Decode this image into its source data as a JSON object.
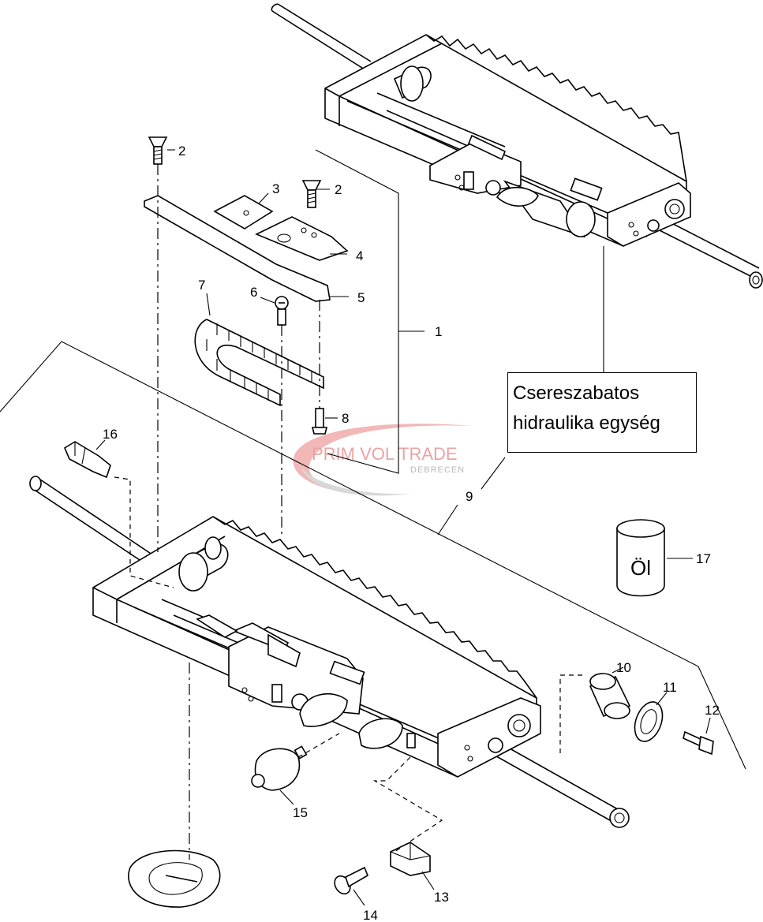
{
  "callout": {
    "line1": "Csereszabatos",
    "line2": "hidraulika egység"
  },
  "watermark": {
    "brand": "PRIM VOL TRADE",
    "city": "DEBRECEN"
  },
  "oil_label": "Öl",
  "parts": [
    {
      "id": "p1",
      "num": "1"
    },
    {
      "id": "p2a",
      "num": "2"
    },
    {
      "id": "p2b",
      "num": "2"
    },
    {
      "id": "p3",
      "num": "3"
    },
    {
      "id": "p4",
      "num": "4"
    },
    {
      "id": "p5",
      "num": "5"
    },
    {
      "id": "p6",
      "num": "6"
    },
    {
      "id": "p7",
      "num": "7"
    },
    {
      "id": "p8",
      "num": "8"
    },
    {
      "id": "p9",
      "num": "9"
    },
    {
      "id": "p10",
      "num": "10"
    },
    {
      "id": "p11",
      "num": "11"
    },
    {
      "id": "p12",
      "num": "12"
    },
    {
      "id": "p13",
      "num": "13"
    },
    {
      "id": "p14",
      "num": "14"
    },
    {
      "id": "p15",
      "num": "15"
    },
    {
      "id": "p16",
      "num": "16"
    },
    {
      "id": "p17",
      "num": "17"
    }
  ]
}
